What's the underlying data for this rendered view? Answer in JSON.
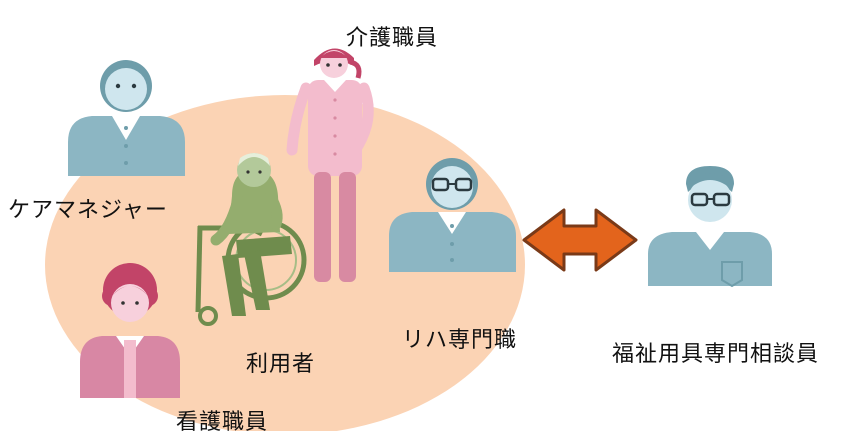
{
  "labels": {
    "care_staff": "介護職員",
    "care_manager": "ケアマネジャー",
    "nurse": "看護職員",
    "user": "利用者",
    "rehab_specialist": "リハ専門職",
    "welfare_equipment_consultant": "福祉用具専門相談員"
  },
  "colors": {
    "circle": "#fbd3b4",
    "teal": "#8cb6c3",
    "teal_dark": "#6e9daa",
    "pink": "#f3bccd",
    "pink_dark": "#d88aa2",
    "nurse_pink": "#d887a4",
    "hair_red": "#c24468",
    "patient_green": "#94ad6e",
    "patient_green_dark": "#6f8c4d",
    "arrow_fill": "#e3641c",
    "arrow_stroke": "#7a3a18"
  },
  "icons": [
    "care-manager-icon",
    "care-staff-icon",
    "patient-wheelchair-icon",
    "rehab-specialist-icon",
    "nurse-icon",
    "consultant-icon",
    "double-arrow-icon"
  ]
}
